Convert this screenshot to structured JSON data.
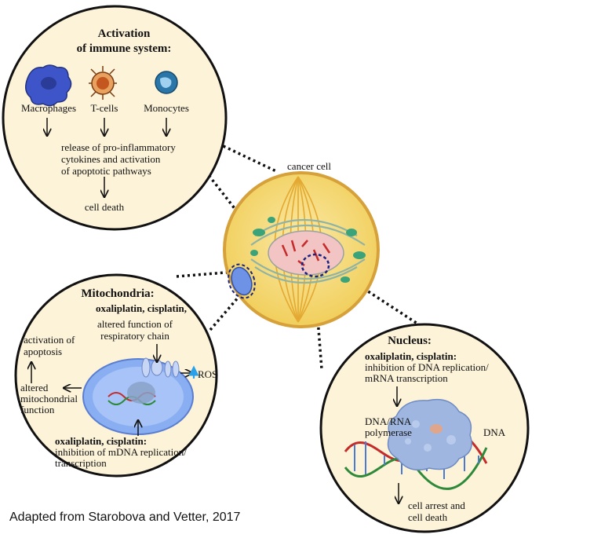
{
  "immune": {
    "title_line1": "Activation",
    "title_line2": "of immune system:",
    "cells": [
      "Macrophages",
      "T-cells",
      "Monocytes"
    ],
    "release_line1": "release of pro-inflammatory",
    "release_line2": "cytokines and activation",
    "release_line3": "of apoptotic pathways",
    "outcome": "cell death"
  },
  "cancer_cell": {
    "label": "cancer cell"
  },
  "mitochondria": {
    "title": "Mitochondria:",
    "drugs_top": "oxaliplatin, cisplatin,",
    "altered_resp_line1": "altered function of",
    "altered_resp_line2": "respiratory chain",
    "ros": "ROS",
    "apoptosis_line1": "activation of",
    "apoptosis_line2": "apoptosis",
    "altered_mito_line1": "altered",
    "altered_mito_line2": "mitochondrial",
    "altered_mito_line3": "function",
    "drugs_bottom": "oxaliplatin, cisplatin:",
    "inhibition_line1": "inhibition of mDNA replication/",
    "inhibition_line2": "transcription"
  },
  "nucleus": {
    "title": "Nucleus:",
    "drugs": "oxaliplatin, cisplatin:",
    "inhibition_line1": "inhibition of DNA replication/",
    "inhibition_line2": "mRNA transcription",
    "polymerase_line1": "DNA/RNA",
    "polymerase_line2": "polymerase",
    "dna": "DNA",
    "outcome_line1": "cell arrest and",
    "outcome_line2": "cell death"
  },
  "credit": "Adapted from Starobova and Vetter, 2017",
  "colors": {
    "panel_fill": "#fdf3d9",
    "cell_fill": "#f6d668",
    "cell_border": "#d6a13a",
    "macrophage": "#3e55c9",
    "tcell": "#d97a2a",
    "monocyte": "#2a76a8",
    "mito_fill": "#8aaef2",
    "ros_arrow": "#2aa0e8"
  }
}
